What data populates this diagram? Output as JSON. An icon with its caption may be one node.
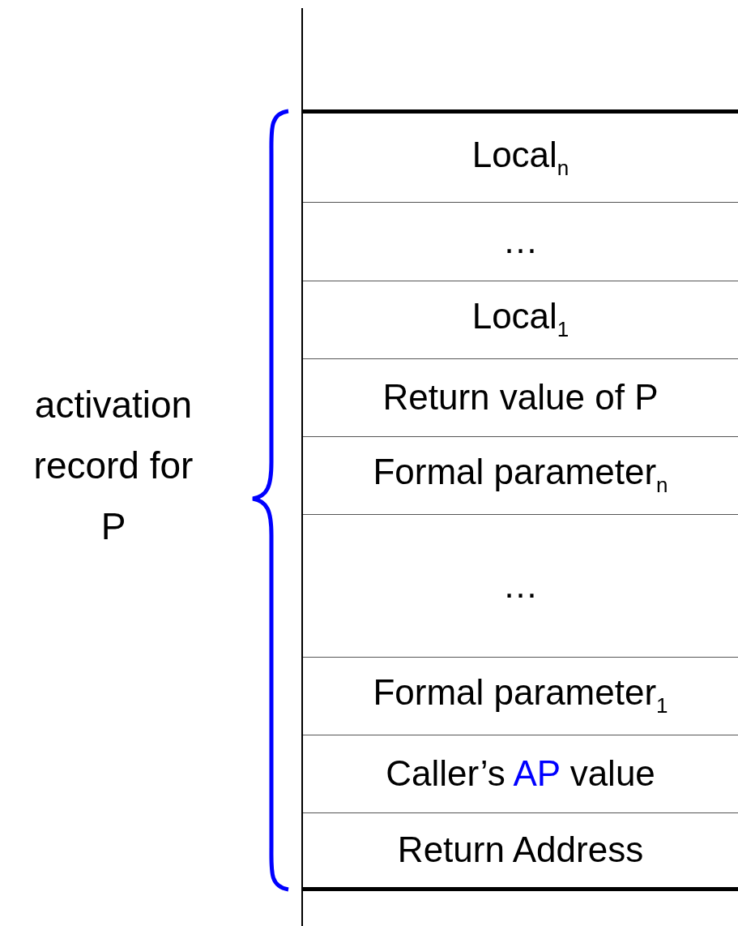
{
  "diagram": {
    "nodes": [
      {
        "text": [
          "Local$_{n}$"
        ]
      },
      {
        "text": [
          "…"
        ]
      },
      {
        "text": [
          "Local$_{1}$"
        ]
      },
      {
        "text": [
          "Return value of P"
        ]
      },
      {
        "text": [
          "Formal parameter$_{n}$"
        ]
      },
      {
        "text": [
          "…"
        ]
      },
      {
        "text": [
          "Formal parameter$_{1}$"
        ]
      },
      {
        "text": [
          "Caller’s AP value"
        ]
      },
      {
        "text": [
          "Return Address"
        ]
      }
    ],
    "edges": [],
    "labels": [
      "activation record for P"
    ]
  }
}
